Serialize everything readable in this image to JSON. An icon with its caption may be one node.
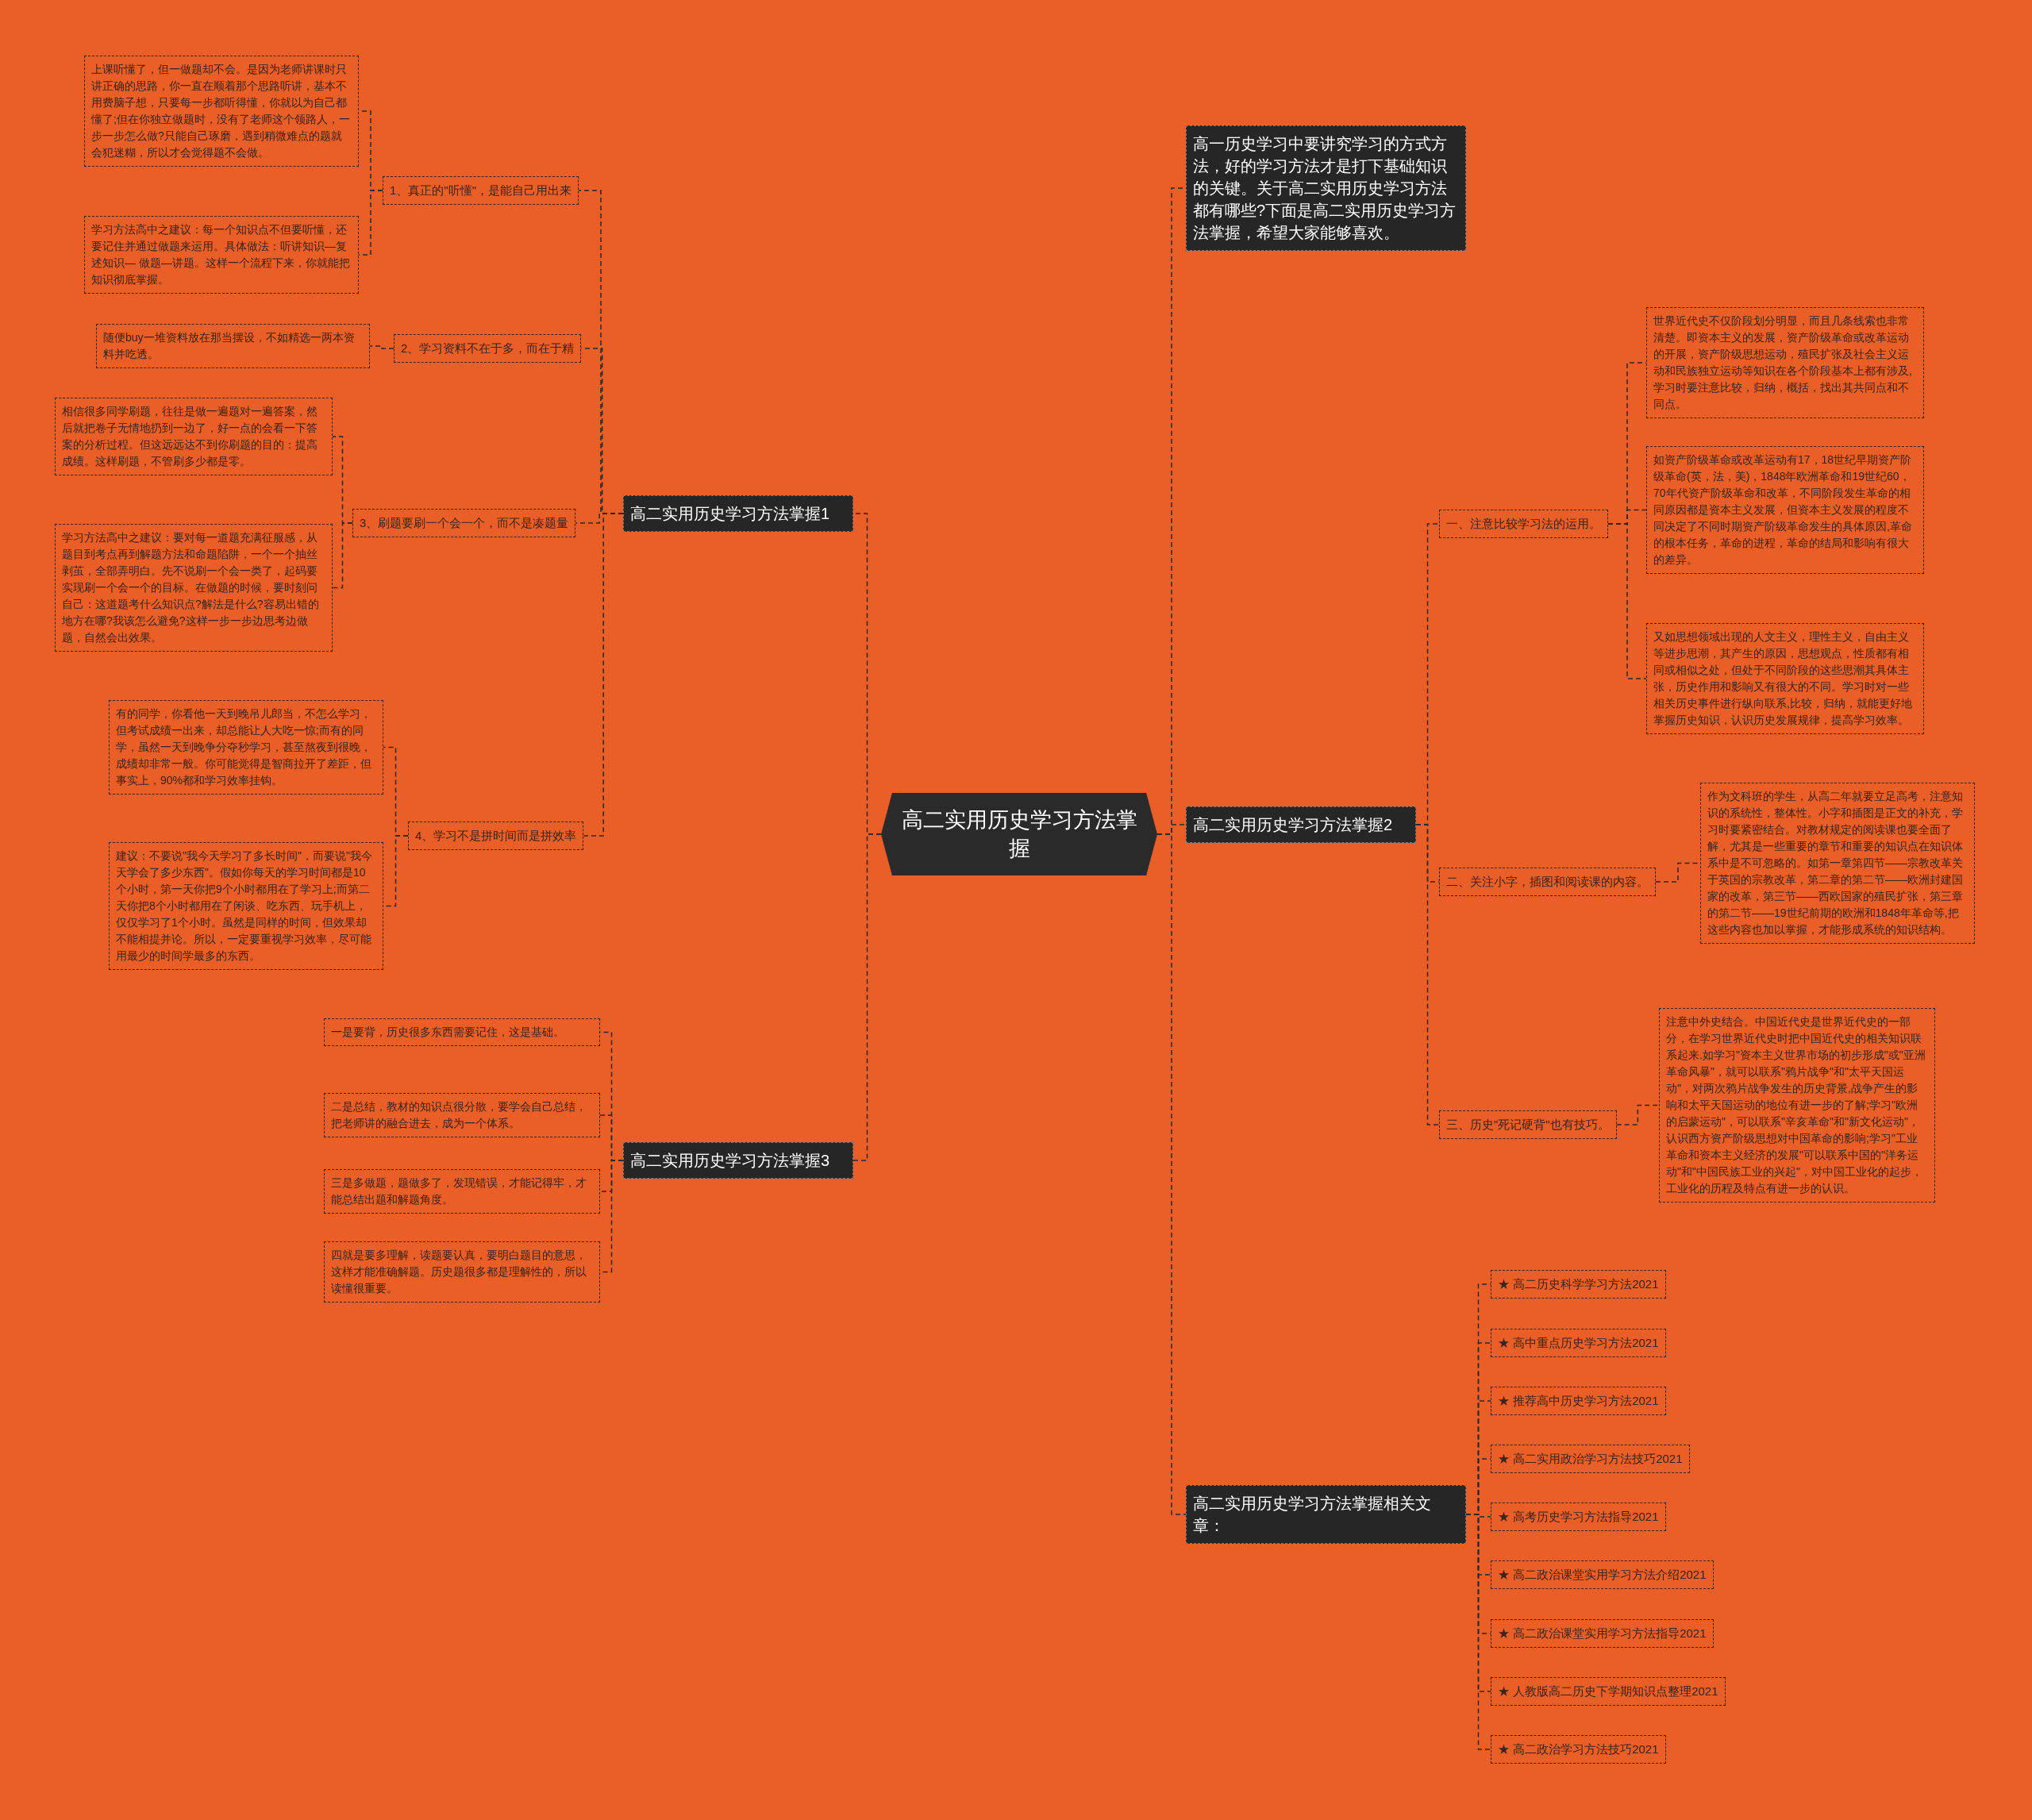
{
  "diagram": {
    "nodes": [
      {
        "text": [
          "高二实用历史学习方法掌握"
        ]
      },
      {
        "text": [
          "高二实用历史学习方法掌握1"
        ]
      },
      {
        "text": [
          "1、真正的\"听懂\"，是能自己用出来"
        ]
      },
      {
        "text": [
          "上课听懂了，但一做题却不会。是因为老师讲课时只讲正确的思路，你一直在顺着那个思路听讲，基本不用费脑子想，只要每一步都听得懂，你就以为自己都懂了;但在你独立做题时，没有了老师这个领路人，一步一步怎么做?只能自己琢磨，遇到稍微难点的题就会犯迷糊，所以才会觉得题不会做。"
        ]
      },
      {
        "text": [
          "学习方法高中之建议：每一个知识点不但要听懂，还要记住并通过做题来运用。具体做法：听讲知识—复述知识— 做题—讲题。这样一个流程下来，你就能把知识彻底掌握。"
        ]
      },
      {
        "text": [
          "2、学习资料不在于多，而在于精"
        ]
      },
      {
        "text": [
          "随便buy一堆资料放在那当摆设，不如精选一两本资料并吃透。"
        ]
      },
      {
        "text": [
          "3、刷题要刷一个会一个，而不是凑题量"
        ]
      },
      {
        "text": [
          "相信很多同学刷题，往往是做一遍题对一遍答案，然后就把卷子无情地扔到一边了，好一点的会看一下答案的分析过程。但这远远达不到你刷题的目的：提高成绩。这样刷题，不管刷多少都是零。"
        ]
      },
      {
        "text": [
          "学习方法高中之建议：要对每一道题充满征服感，从题目到考点再到解题方法和命题陷阱，一个一个抽丝剥茧，全部弄明白。先不说刷一个会一类了，起码要实现刷一个会一个的目标。在做题的时候，要时刻问自己：这道题考什么知识点?解法是什么?容易出错的地方在哪?我该怎么避免?这样一步一步边思考边做题，自然会出效果。"
        ]
      },
      {
        "text": [
          "4、学习不是拼时间而是拼效率"
        ]
      },
      {
        "text": [
          "有的同学，你看他一天到晚吊儿郎当，不怎么学习，但考试成绩一出来，却总能让人大吃一惊;而有的同学，虽然一天到晚争分夺秒学习，甚至熬夜到很晚，成绩却非常一般。你可能觉得是智商拉开了差距，但事实上，90%都和学习效率挂钩。"
        ]
      },
      {
        "text": [
          "建议：不要说\"我今天学习了多长时间\"，而要说\"我今天学会了多少东西\"。假如你每天的学习时间都是10个小时，第一天你把9个小时都用在了学习上;而第二天你把8个小时都用在了闲谈、吃东西、玩手机上，仅仅学习了1个小时。虽然是同样的时间，但效果却不能相提并论。所以，一定要重视学习效率，尽可能用最少的时间学最多的东西。"
        ]
      },
      {
        "text": [
          "高二实用历史学习方法掌握3"
        ]
      },
      {
        "text": [
          "一是要背，历史很多东西需要记住，这是基础。"
        ]
      },
      {
        "text": [
          "二是总结，教材的知识点很分散，要学会自己总结，把老师讲的融合进去，成为一个体系。"
        ]
      },
      {
        "text": [
          "三是多做题，题做多了，发现错误，才能记得牢，才能总结出题和解题角度。"
        ]
      },
      {
        "text": [
          "四就是要多理解，读题要认真，要明白题目的意思，这样才能准确解题。历史题很多都是理解性的，所以读懂很重要。"
        ]
      },
      {
        "text": [
          "高一历史学习中要讲究学习的方式方法，好的学习方法才是打下基础知识的关键。关于高二实用历史学习方法都有哪些?下面是高二实用历史学习方法掌握，希望大家能够喜欢。"
        ]
      },
      {
        "text": [
          "高二实用历史学习方法掌握2"
        ]
      },
      {
        "text": [
          "一、注意比较学习法的运用。"
        ]
      },
      {
        "text": [
          "世界近代史不仅阶段划分明显，而且几条线索也非常清楚。即资本主义的发展，资产阶级革命或改革运动的开展，资产阶级思想运动，殖民扩张及社会主义运动和民族独立运动等知识在各个阶段基本上都有涉及,学习时要注意比较，归纳，概括，找出其共同点和不同点。"
        ]
      },
      {
        "text": [
          "如资产阶级革命或改革运动有17，18世纪早期资产阶级革命(英，法，美)，1848年欧洲革命和19世纪60，70年代资产阶级革命和改革，不同阶段发生革命的相同原因都是资本主义发展，但资本主义发展的程度不同决定了不同时期资产阶级革命发生的具体原因,革命的根本任务，革命的进程，革命的结局和影响有很大的差异。"
        ]
      },
      {
        "text": [
          "又如思想领域出现的人文主义，理性主义，自由主义等进步思潮，其产生的原因，思想观点，性质都有相同或相似之处，但处于不同阶段的这些思潮其具体主张，历史作用和影响又有很大的不同。学习时对一些相关历史事件进行纵向联系,比较，归纳，就能更好地掌握历史知识，认识历史发展规律，提高学习效率。"
        ]
      },
      {
        "text": [
          "二、关注小字，插图和阅读课的内容。"
        ]
      },
      {
        "text": [
          "作为文科班的学生，从高二年就要立足高考，注意知识的系统性，整体性。小字和插图是正文的补充，学习时要紧密结合。对教材规定的阅读课也要全面了解，尤其是一些重要的章节和重要的知识点在知识体系中是不可忽略的。如第一章第四节——宗教改革关于英国的宗教改革，第二章的第二节——欧洲封建国家的改革，第三节——西欧国家的殖民扩张，第三章的第二节——19世纪前期的欧洲和1848年革命等,把这些内容也加以掌握，才能形成系统的知识结构。"
        ]
      },
      {
        "text": [
          "三、历史\"死记硬背\"也有技巧。"
        ]
      },
      {
        "text": [
          "注意中外史结合。中国近代史是世界近代史的一部分，在学习世界近代史时把中国近代史的相关知识联系起来.如学习\"资本主义世界市场的初步形成\"或\"亚洲革命风暴\"，就可以联系\"鸦片战争\"和\"太平天国运动\"，对两次鸦片战争发生的历史背景,战争产生的影响和太平天国运动的地位有进一步的了解;学习\"欧洲的启蒙运动\"，可以联系\"辛亥革命\"和\"新文化运动\"，认识西方资产阶级思想对中国革命的影响;学习\"工业革命和资本主义经济的发展\"可以联系中国的\"洋务运动\"和\"中国民族工业的兴起\"，对中国工业化的起步，工业化的历程及特点有进一步的认识。"
        ]
      },
      {
        "text": [
          "高二实用历史学习方法掌握相关文章："
        ]
      },
      {
        "text": [
          "★ 高二历史科学学习方法2021"
        ]
      },
      {
        "text": [
          "★ 高中重点历史学习方法2021"
        ]
      },
      {
        "text": [
          "★ 推荐高中历史学习方法2021"
        ]
      },
      {
        "text": [
          "★ 高二实用政治学习方法技巧2021"
        ]
      },
      {
        "text": [
          "★ 高考历史学习方法指导2021"
        ]
      },
      {
        "text": [
          "★ 高二政治课堂实用学习方法介绍2021"
        ]
      },
      {
        "text": [
          "★ 高二政治课堂实用学习方法指导2021"
        ]
      },
      {
        "text": [
          "★ 人教版高二历史下学期知识点整理2021"
        ]
      },
      {
        "text": [
          "★ 高二政治学习方法技巧2021"
        ]
      }
    ],
    "edges": [
      {
        "from": 0,
        "to": 1,
        "arrow": "none"
      },
      {
        "from": 1,
        "to": 2,
        "arrow": "none"
      },
      {
        "from": 2,
        "to": 3,
        "arrow": "none"
      },
      {
        "from": 2,
        "to": 4,
        "arrow": "none"
      },
      {
        "from": 1,
        "to": 5,
        "arrow": "none"
      },
      {
        "from": 5,
        "to": 6,
        "arrow": "none"
      },
      {
        "from": 1,
        "to": 7,
        "arrow": "none"
      },
      {
        "from": 7,
        "to": 8,
        "arrow": "none"
      },
      {
        "from": 7,
        "to": 9,
        "arrow": "none"
      },
      {
        "from": 1,
        "to": 10,
        "arrow": "none"
      },
      {
        "from": 10,
        "to": 11,
        "arrow": "none"
      },
      {
        "from": 10,
        "to": 12,
        "arrow": "none"
      },
      {
        "from": 0,
        "to": 13,
        "arrow": "none"
      },
      {
        "from": 13,
        "to": 14,
        "arrow": "none"
      },
      {
        "from": 13,
        "to": 15,
        "arrow": "none"
      },
      {
        "from": 13,
        "to": 16,
        "arrow": "none"
      },
      {
        "from": 13,
        "to": 17,
        "arrow": "none"
      },
      {
        "from": 0,
        "to": 18,
        "arrow": "none"
      },
      {
        "from": 0,
        "to": 19,
        "arrow": "none"
      },
      {
        "from": 19,
        "to": 20,
        "arrow": "none"
      },
      {
        "from": 20,
        "to": 21,
        "arrow": "none"
      },
      {
        "from": 20,
        "to": 22,
        "arrow": "none"
      },
      {
        "from": 20,
        "to": 23,
        "arrow": "none"
      },
      {
        "from": 19,
        "to": 24,
        "arrow": "none"
      },
      {
        "from": 24,
        "to": 25,
        "arrow": "none"
      },
      {
        "from": 19,
        "to": 26,
        "arrow": "none"
      },
      {
        "from": 26,
        "to": 27,
        "arrow": "none"
      },
      {
        "from": 0,
        "to": 28,
        "arrow": "none"
      },
      {
        "from": 28,
        "to": 29,
        "arrow": "none"
      },
      {
        "from": 28,
        "to": 30,
        "arrow": "none"
      },
      {
        "from": 28,
        "to": 31,
        "arrow": "none"
      },
      {
        "from": 28,
        "to": 32,
        "arrow": "none"
      },
      {
        "from": 28,
        "to": 33,
        "arrow": "none"
      },
      {
        "from": 28,
        "to": 34,
        "arrow": "none"
      },
      {
        "from": 28,
        "to": 35,
        "arrow": "none"
      },
      {
        "from": 28,
        "to": 36,
        "arrow": "none"
      },
      {
        "from": 28,
        "to": 37,
        "arrow": "none"
      }
    ]
  }
}
